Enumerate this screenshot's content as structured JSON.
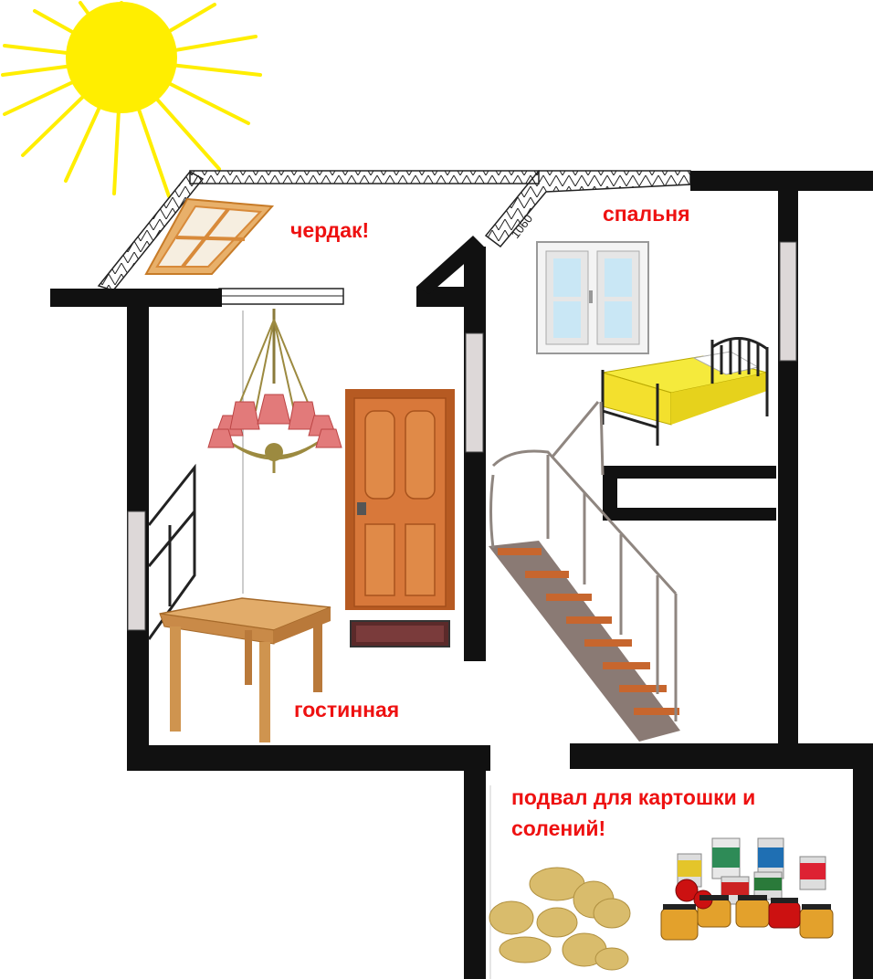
{
  "labels": {
    "attic": "чердак!",
    "bedroom": "спальня",
    "living_room": "гостинная",
    "cellar_line1": "подвал для картошки и",
    "cellar_line2": "солений!",
    "stair_dimension": "1060"
  },
  "icons": [
    "sun-icon",
    "skylight-window-icon",
    "window-icon",
    "bed-icon",
    "chandelier-icon",
    "door-icon",
    "doormat-icon",
    "table-icon",
    "staircase-icon",
    "potatoes-icon",
    "preserve-jars-icon"
  ],
  "colors": {
    "wall": "#111111",
    "label": "#ee1111",
    "sun": "#ffee00",
    "door": "#d8783a",
    "bed_blanket": "#f5ea3c",
    "table_wood": "#d9a05c",
    "chandelier_shade": "#e27a7a",
    "window_glass": "#c9e7f5"
  }
}
